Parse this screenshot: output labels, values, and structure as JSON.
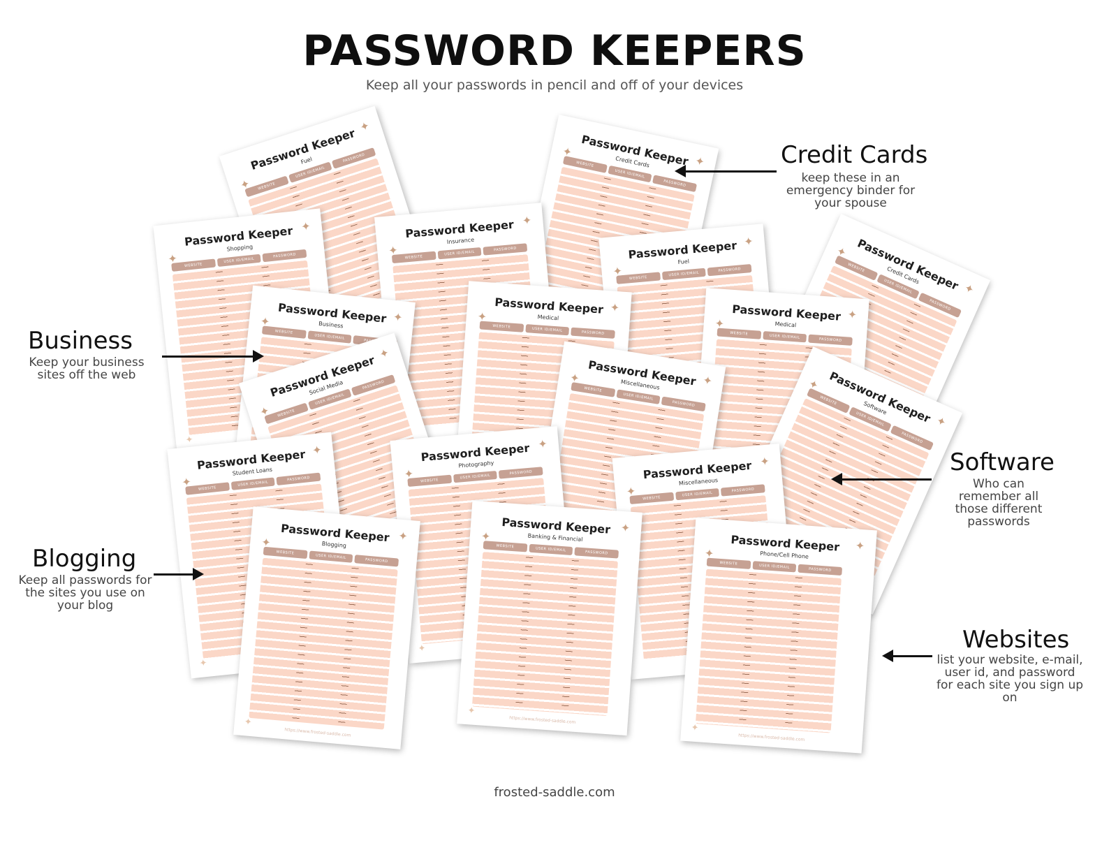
{
  "header": {
    "title": "PASSWORD KEEPERS",
    "subtitle": "Keep all your passwords in pencil and off of your devices"
  },
  "footer": {
    "site": "frosted-saddle.com"
  },
  "sheet_common": {
    "title": "Password Keeper",
    "columns": [
      "WEBSITE",
      "USER ID/EMAIL",
      "PASSWORD"
    ],
    "url": "https://www.frosted-saddle.com"
  },
  "sheets": [
    {
      "category": "Fuel"
    },
    {
      "category": "Credit Cards"
    },
    {
      "category": "Shopping"
    },
    {
      "category": "Insurance"
    },
    {
      "category": "Fuel"
    },
    {
      "category": "Credit Cards"
    },
    {
      "category": "Business"
    },
    {
      "category": "Medical"
    },
    {
      "category": "Medical"
    },
    {
      "category": "Social Media"
    },
    {
      "category": "Miscellaneous"
    },
    {
      "category": "Software"
    },
    {
      "category": "Student Loans"
    },
    {
      "category": "Photography"
    },
    {
      "category": "Miscellaneous"
    },
    {
      "category": "Blogging"
    },
    {
      "category": "Banking & Financial"
    },
    {
      "category": "Phone/Cell Phone"
    }
  ],
  "callouts": {
    "credit_cards": {
      "title": "Credit Cards",
      "desc": "keep these in an emergency binder for your spouse"
    },
    "business": {
      "title": "Business",
      "desc": "Keep your business sites off the web"
    },
    "software": {
      "title": "Software",
      "desc": "Who can remember all those different passwords"
    },
    "blogging": {
      "title": "Blogging",
      "desc": "Keep all passwords for the sites you use on your blog"
    },
    "websites": {
      "title": "Websites",
      "desc": "list your website, e-mail, user id, and password for each site you sign up on"
    }
  },
  "icons": {
    "sheet_star": "sparkle-star-icon",
    "pointer": "arrow-icon"
  }
}
